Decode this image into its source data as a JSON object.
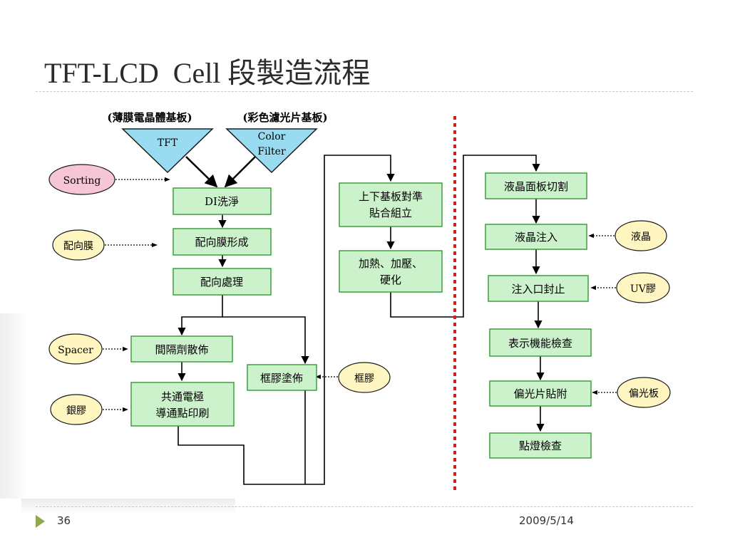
{
  "slide": {
    "title": "TFT-LCD  Cell 段製造流程",
    "page_number": "36",
    "date": "2009/5/14"
  },
  "substrates": {
    "tft_header": "(薄膜電晶體基板)",
    "cf_header": "(彩色濾光片基板)",
    "tft_label": "TFT",
    "cf_label_line1": "Color",
    "cf_label_line2": "Filter"
  },
  "inputs": {
    "sorting": "Sorting",
    "alignment_film": "配向膜",
    "spacer": "Spacer",
    "silver_paste": "銀膠",
    "sealant": "框膠",
    "liquid_crystal": "液晶",
    "uv_glue": "UV膠",
    "polarizer": "偏光板"
  },
  "process": {
    "di_clean": "DI洗淨",
    "alignment_form": "配向膜形成",
    "alignment_treat": "配向處理",
    "spacer_spray": "間隔劑散佈",
    "common_electrode_line1": "共通電極",
    "common_electrode_line2": "導通點印刷",
    "sealant_coat": "框膠塗佈",
    "align_assemble_line1": "上下基板對準",
    "align_assemble_line2": "貼合組立",
    "heat_press_line1": "加熱、加壓、",
    "heat_press_line2": "硬化",
    "panel_cut": "液晶面板切割",
    "lc_inject": "液晶注入",
    "seal_port": "注入口封止",
    "display_test": "表示機能檢查",
    "polarizer_attach": "偏光片貼附",
    "final_inspect": "點燈檢查"
  },
  "colors": {
    "box_fill": "#ccf2cc",
    "box_stroke": "#3f9e3f",
    "input_fill": "#fff6c2",
    "sorting_fill": "#f6c6d6",
    "triangle_fill": "#99dcf2",
    "header_text": "#1a1aa8",
    "divider": "#e01818"
  }
}
